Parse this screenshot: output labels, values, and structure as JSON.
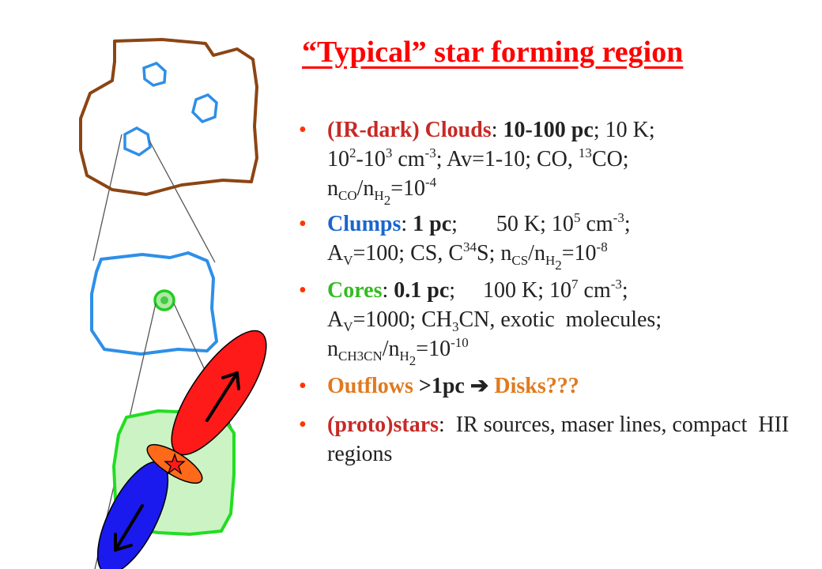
{
  "title": "“Typical” star forming region",
  "colors": {
    "title": "#ff0000",
    "bullet": "#ff3300",
    "cloud_outline": "#8b4513",
    "clump_outline": "#2e8fe8",
    "core_outline": "#22dd22",
    "red_lobe": "#ff1a1a",
    "blue_lobe": "#1a1aee",
    "disk": "#ff6a1a"
  },
  "bullets": {
    "clouds": {
      "label": "(IR-dark)  Clouds",
      "colon": ":",
      "size": "10-100 pc",
      "temp": "; 10 K;",
      "dens_a": "10",
      "dens_a_exp": "2",
      "dens_b": "-10",
      "dens_b_exp": "3",
      "dens_unit": " cm",
      "dens_unit_exp": "-3",
      "av_mol": "; Av=1-10;  CO, ",
      "co13_exp": "13",
      "co13": "CO;",
      "n": "n",
      "n_sub": "CO",
      "slash_n": "/n",
      "h2_sub": "H",
      "h2_sub2": "2",
      "abund": "=10",
      "abund_exp": "-4"
    },
    "clumps": {
      "label": "Clumps",
      "colon": ": ",
      "size": "1 pc",
      "temp": ";       50 K; 10",
      "dens_exp": "5",
      "dens_unit": " cm",
      "dens_unit_exp": "-3",
      "end1": ";",
      "av": "A",
      "av_sub": "V",
      "av_val": "=100; CS, C",
      "c34_exp": "34",
      "s_n": "S; n",
      "n_sub": "CS",
      "slash_n": "/n",
      "h2_sub": "H",
      "h2_sub2": "2",
      "abund": "=10",
      "abund_exp": "-8"
    },
    "cores": {
      "label": "Cores",
      "colon": ": ",
      "size": "0.1 pc",
      "temp": ";     100 K; 10",
      "dens_exp": "7",
      "dens_unit": " cm",
      "dens_unit_exp": "-3",
      "end1": ";",
      "av": "A",
      "av_sub": "V",
      "av_val": "=1000; CH",
      "ch3_sub": "3",
      "molecules": "CN, exotic  molecules;",
      "n": "n",
      "n_sub": "CH3CN",
      "slash_n": "/n",
      "h2_sub": "H",
      "h2_sub2": "2",
      "abund": "=10",
      "abund_exp": "-10"
    },
    "outflows": {
      "label": "Outflows",
      "size": " >1pc ",
      "arrow": "➔",
      "disks": " Disks???"
    },
    "protostars": {
      "label": "(proto)stars",
      "text": ":  IR sources, maser lines, compact  HII regions"
    }
  }
}
